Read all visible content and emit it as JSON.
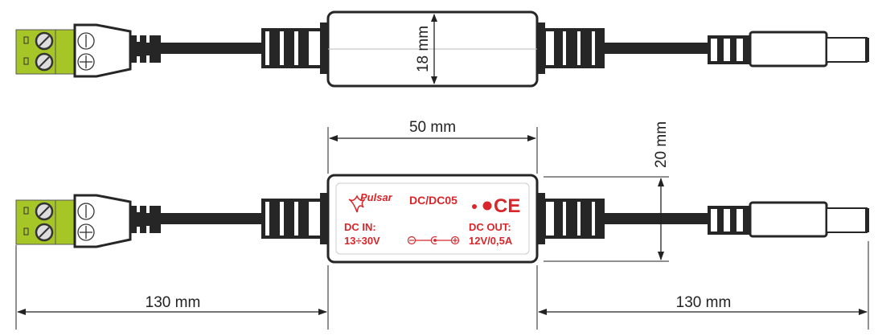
{
  "dimensions": {
    "height_top": "18 mm",
    "length_box": "50 mm",
    "height_box": "20 mm",
    "cable_left": "130 mm",
    "cable_right": "130 mm"
  },
  "label": {
    "brand": "Pulsar",
    "model": "DC/DC05",
    "input_title": "DC IN:",
    "input_value": "13÷30V",
    "output_title": "DC OUT:",
    "output_value": "12V/0,5A",
    "mark": "CE"
  },
  "colors": {
    "terminal": "#a6c526",
    "cable": "#262626",
    "label_red": "#d8262b"
  }
}
